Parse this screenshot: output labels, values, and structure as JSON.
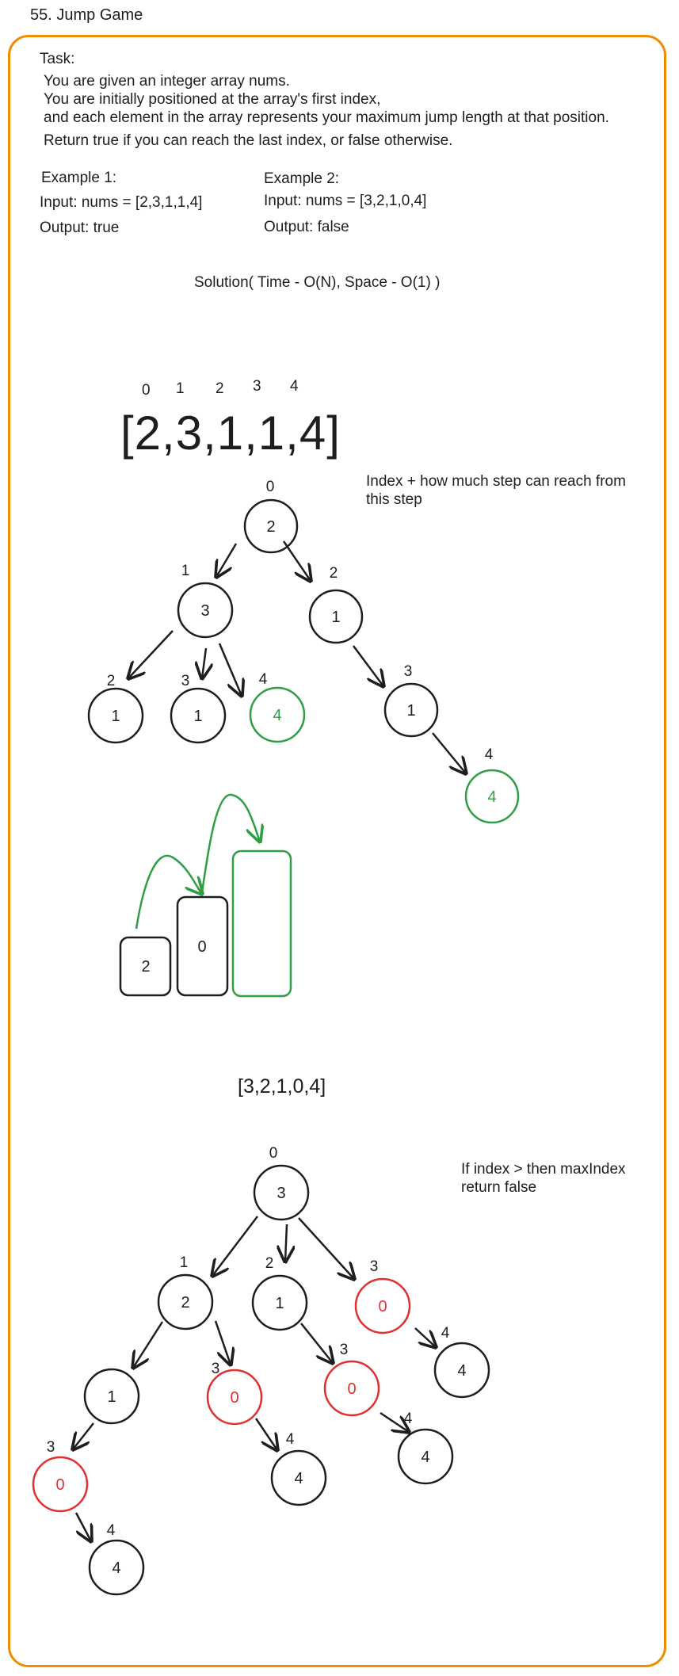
{
  "title": "55. Jump Game",
  "task": {
    "heading": "Task:",
    "line1": "You are given an integer array nums.",
    "line2": "You are initially positioned at the array's first index,",
    "line3": "and each element in the array represents your maximum jump length at that position.",
    "line4": "Return true if you can reach the last index, or false otherwise."
  },
  "examples": {
    "ex1_title": "Example 1:",
    "ex1_input": "Input: nums = [2,3,1,1,4]",
    "ex1_output": "Output: true",
    "ex2_title": "Example 2:",
    "ex2_input": "Input: nums = [3,2,1,0,4]",
    "ex2_output": "Output: false"
  },
  "solution": "Solution( Time - O(N), Space - O(1) )",
  "array1": {
    "indices": [
      "0",
      "1",
      "2",
      "3",
      "4"
    ],
    "text": "[2,3,1,1,4]",
    "note": "Index + how much step can reach from this step"
  },
  "tree1": {
    "nodes": [
      {
        "value": "2",
        "label": "0",
        "color": "black"
      },
      {
        "value": "3",
        "label": "1",
        "color": "black"
      },
      {
        "value": "1",
        "label": "2",
        "color": "black"
      },
      {
        "value": "1",
        "label": "2",
        "color": "black"
      },
      {
        "value": "1",
        "label": "3",
        "color": "black"
      },
      {
        "value": "4",
        "label": "4",
        "color": "green"
      },
      {
        "value": "1",
        "label": "3",
        "color": "black"
      },
      {
        "value": "4",
        "label": "4",
        "color": "green"
      }
    ]
  },
  "bars": {
    "b1": "2",
    "b2": "0"
  },
  "array2": {
    "text": "[3,2,1,0,4]",
    "note": "If index > then maxIndex return false"
  },
  "tree2": {
    "nodes": [
      {
        "value": "3",
        "label": "0",
        "color": "black"
      },
      {
        "value": "2",
        "label": "1",
        "color": "black"
      },
      {
        "value": "1",
        "label": "2",
        "color": "black"
      },
      {
        "value": "0",
        "label": "3",
        "color": "red"
      },
      {
        "value": "4",
        "label": "4",
        "color": "black"
      },
      {
        "value": "1",
        "label": "",
        "color": "black"
      },
      {
        "value": "0",
        "label": "3",
        "color": "red"
      },
      {
        "value": "0",
        "label": "3",
        "color": "red"
      },
      {
        "value": "0",
        "label": "3",
        "color": "red"
      },
      {
        "value": "4",
        "label": "4",
        "color": "black"
      },
      {
        "value": "4",
        "label": "4",
        "color": "black"
      },
      {
        "value": "4",
        "label": "4",
        "color": "black"
      }
    ]
  },
  "colors": {
    "frame": "#f08c00",
    "ink": "#1e1e1e",
    "green": "#2f9e44",
    "red": "#e03131"
  }
}
